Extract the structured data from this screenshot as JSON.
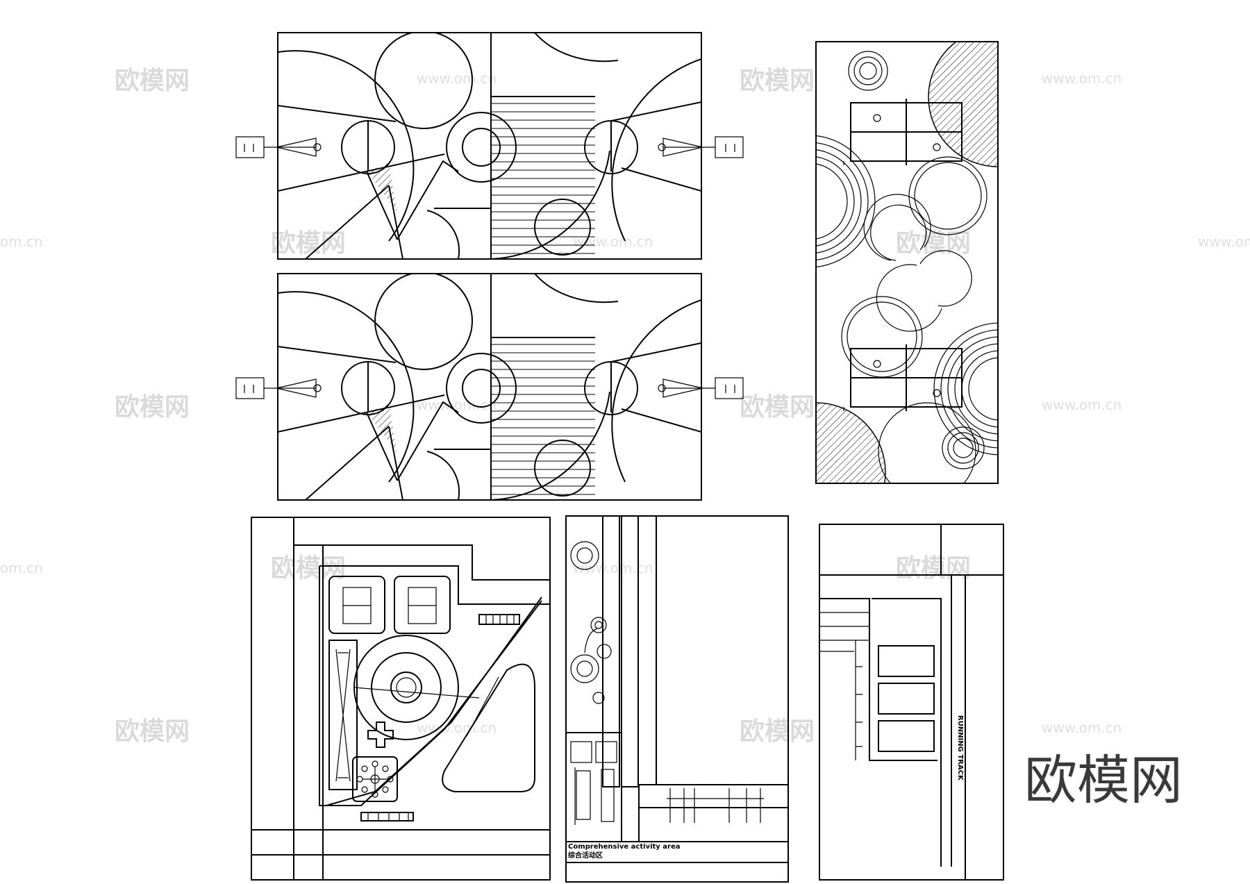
{
  "watermark": {
    "brand": "欧模网",
    "url": "www.om.cn",
    "url_short": "om.cn"
  },
  "brand_logo": "欧模网",
  "plan_labels": {
    "activity_area_en": "Comprehensive activity area",
    "activity_area_cn": "综合活动区",
    "running_track": "RUNNING TRACK"
  },
  "colors": {
    "line": "#000000",
    "watermark": "#d6d6d6",
    "background": "#ffffff"
  }
}
